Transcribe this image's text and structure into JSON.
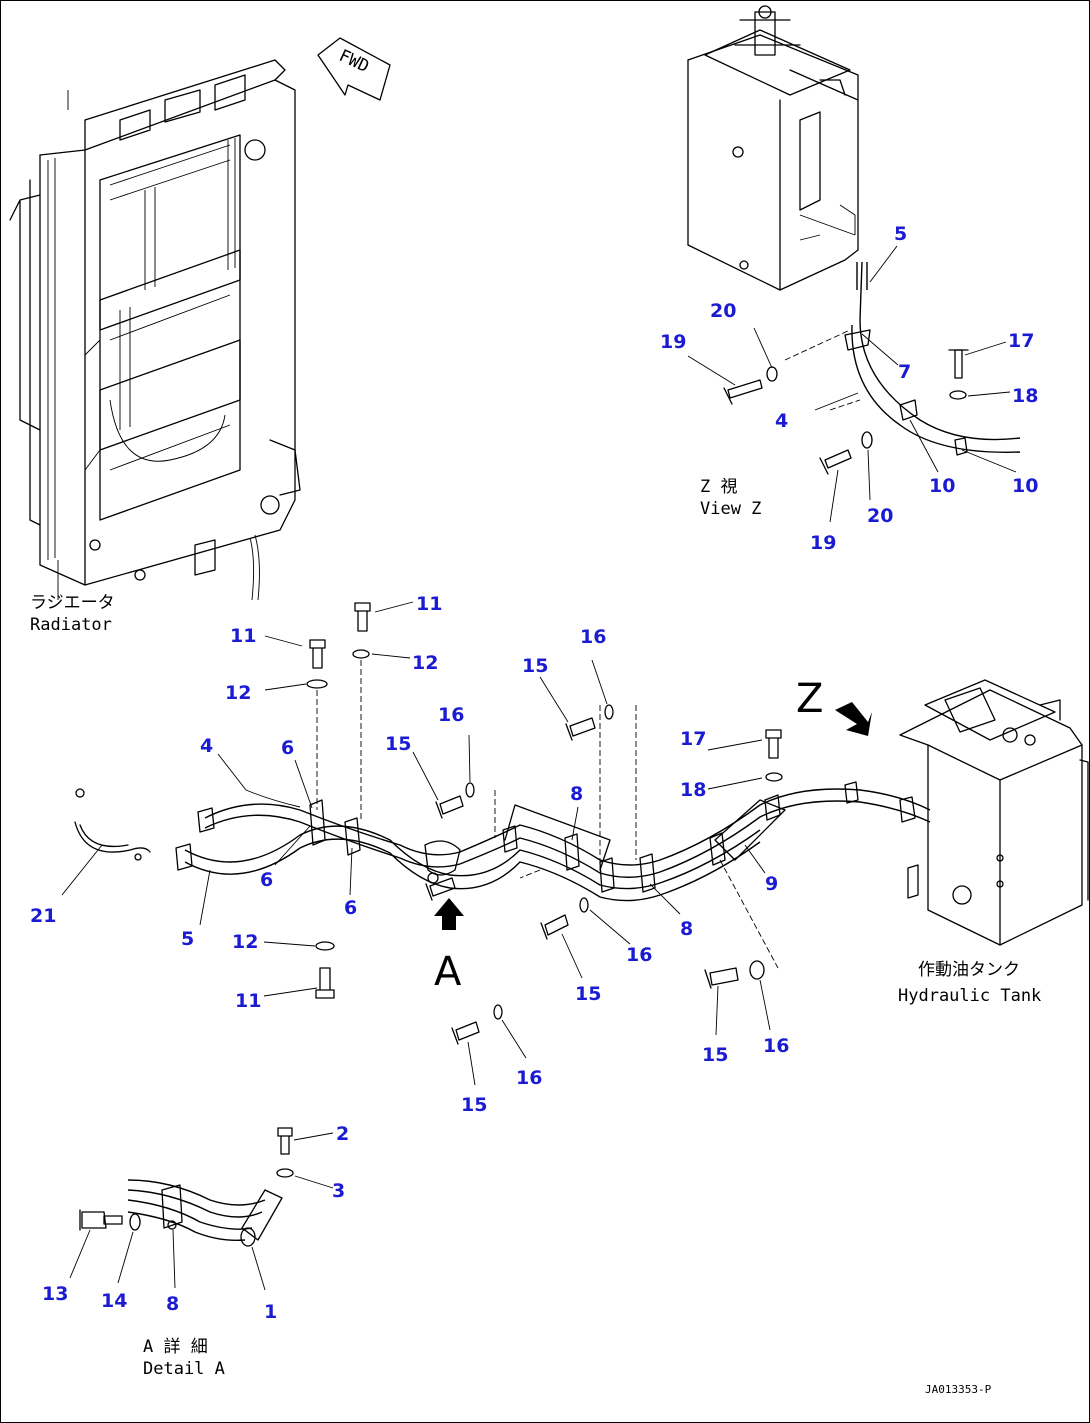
{
  "labels": {
    "fwd": "FWD",
    "radiator_jp": "ラジエータ",
    "radiator_en": "Radiator",
    "hyd_tank_jp": "作動油タンク",
    "hyd_tank_en": "Hydraulic Tank",
    "view_z_jp": "Z 視",
    "view_z_en": "View Z",
    "detail_a_jp": "A 詳 細",
    "detail_a_en": "Detail A",
    "arrow_a": "A",
    "arrow_z": "Z",
    "doc_id": "JA013353-P"
  },
  "callout_color": "#1b1bd2",
  "callouts": {
    "z5": "5",
    "z7": "7",
    "z4": "4",
    "z19a": "19",
    "z20a": "20",
    "z17": "17",
    "z18": "18",
    "z10a": "10",
    "z10b": "10",
    "z20b": "20",
    "z19b": "19",
    "m11a": "11",
    "m11b": "11",
    "m12a": "12",
    "m12b": "12",
    "m16a": "16",
    "m15a": "15",
    "m16b": "16",
    "m15b": "15",
    "m4": "4",
    "m6a": "6",
    "m6b": "6",
    "m6c": "6",
    "m8a": "8",
    "m8b": "8",
    "m17": "17",
    "m18": "18",
    "m9": "9",
    "m21": "21",
    "m5": "5",
    "m12c": "12",
    "m11c": "11",
    "m16c": "16",
    "m15c": "15",
    "m16d": "16",
    "m15d": "15",
    "m15e": "15",
    "m16e": "16",
    "d2": "2",
    "d3": "3",
    "d13": "13",
    "d14": "14",
    "d8": "8",
    "d1": "1"
  }
}
